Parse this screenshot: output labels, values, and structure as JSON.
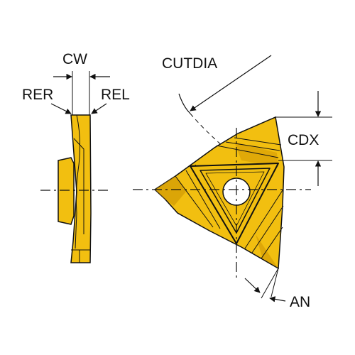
{
  "labels": {
    "cw": "CW",
    "rer": "RER",
    "rel": "REL",
    "cutdia": "CUTDIA",
    "cdx": "CDX",
    "an": "AN"
  },
  "colors": {
    "insert_fill": "#f2bf10",
    "insert_shadow": "#c98f00",
    "outline": "#111111",
    "background": "#ffffff"
  }
}
